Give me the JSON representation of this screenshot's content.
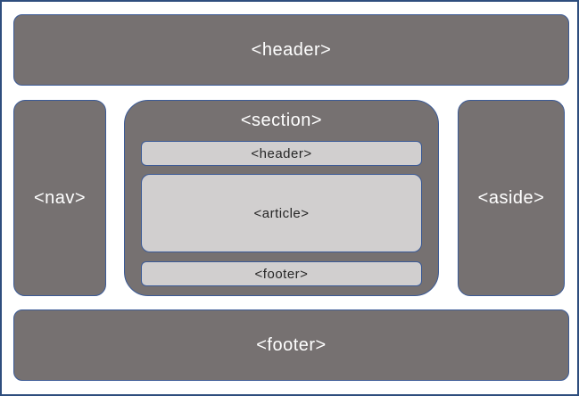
{
  "colors": {
    "frame": "#2e4e7e",
    "stroke": "#3b5a96",
    "dark-fill": "#767171",
    "light-fill": "#d1cfcf",
    "light-label": "#ffffff",
    "dark-label": "#262626",
    "background": "#ffffff"
  },
  "labels": {
    "header": "<header>",
    "nav": "<nav>",
    "section": "<section>",
    "section_header": "<header>",
    "article": "<article>",
    "section_footer": "<footer>",
    "aside": "<aside>",
    "footer": "<footer>"
  }
}
